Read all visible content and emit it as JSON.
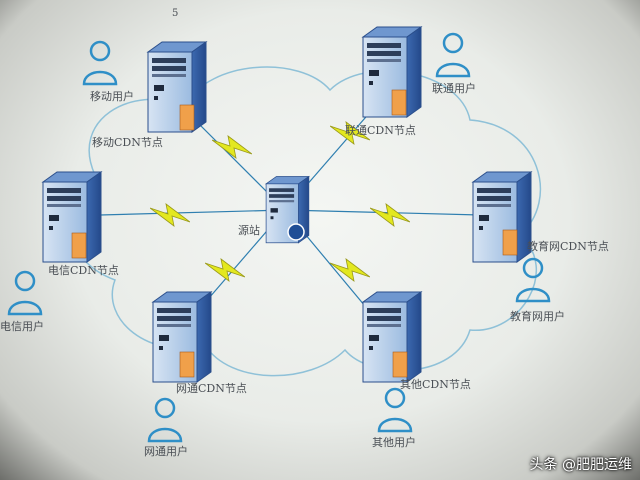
{
  "diagram": {
    "top_mark": "5",
    "center_label": "源站",
    "nodes": {
      "mobile_cdn": "移动CDN节点",
      "unicom_cdn": "联通CDN节点",
      "telecom_cdn": "电信CDN节点",
      "edu_cdn": "教育网CDN节点",
      "other_cdn": "网通CDN节点",
      "extra_cdn": "其他CDN节点"
    },
    "users": {
      "mobile_user": "移动用户",
      "unicom_user": "联通用户",
      "telecom_user": "电信用户",
      "edu_user": "教育网用户",
      "other_user": "网通用户",
      "extra_user": "其他用户"
    },
    "colors": {
      "server_blue": "#3f6fb8",
      "server_light": "#8fb3df",
      "lightning": "#e3e81f",
      "cloud_stroke": "#8fc1d8",
      "user_stroke": "#2f8fc7"
    }
  },
  "watermark": "头条 @肥肥运维"
}
